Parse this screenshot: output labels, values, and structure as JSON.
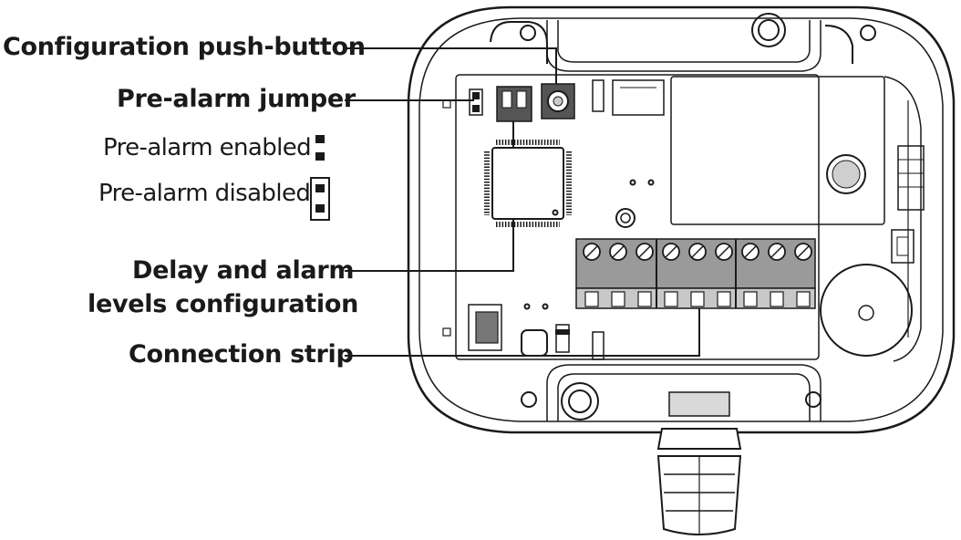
{
  "labels": {
    "config_button": "Configuration push-button",
    "prealarm_jumper": "Pre-alarm jumper",
    "prealarm_enabled": "Pre-alarm enabled",
    "prealarm_disabled": "Pre-alarm disabled",
    "delay_line1": "Delay and alarm",
    "delay_line2": "levels configuration",
    "connection_strip": "Connection strip"
  },
  "colors": {
    "stroke": "#1a1a1a",
    "terminal_block": "#9a9a9a",
    "terminal_light": "#c8c8c8",
    "dip_switch": "#555555",
    "gland": "#d9d9d9"
  }
}
